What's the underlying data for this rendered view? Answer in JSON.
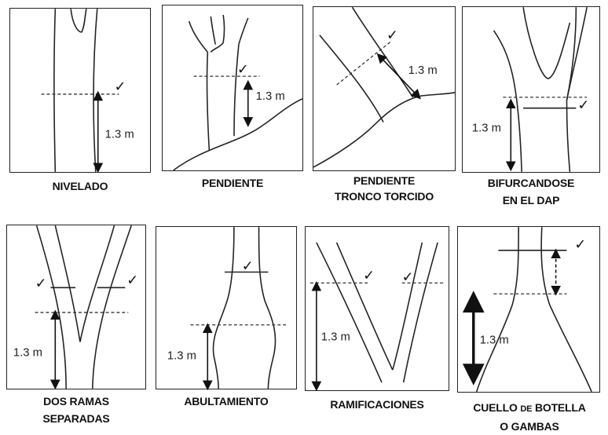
{
  "measure_label": "1.3 m",
  "check_glyph": "✓",
  "panels": {
    "nivelado": {
      "caption": "NIVELADO"
    },
    "pendiente": {
      "caption": "PENDIENTE"
    },
    "pendiente_torcido": {
      "caption_line1": "PENDIENTE",
      "caption_line2": "TRONCO TORCIDO"
    },
    "bifurcandose": {
      "caption_line1": "BIFURCANDOSE",
      "caption_line2": "EN EL DAP"
    },
    "dos_ramas": {
      "caption_line1": "DOS RAMAS",
      "caption_line2": "SEPARADAS"
    },
    "abultamiento": {
      "caption": "ABULTAMIENTO"
    },
    "ramificaciones": {
      "caption": "RAMIFICACIONES"
    },
    "cuello_botella": {
      "caption_line1_a": "CUELLO",
      "caption_line1_b": "DE",
      "caption_line1_c": "BOTELLA",
      "caption_line2": "O GAMBAS"
    }
  }
}
